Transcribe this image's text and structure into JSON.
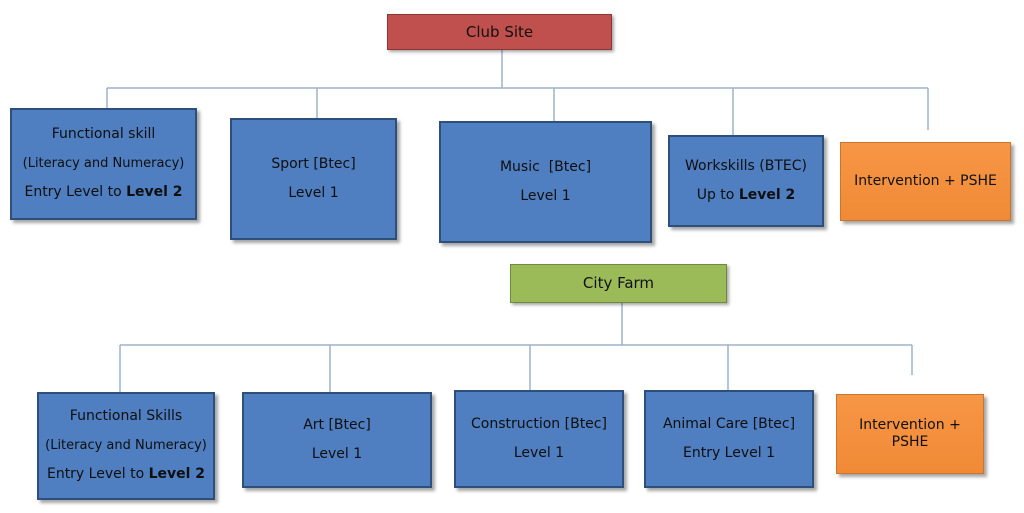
{
  "club_site": {
    "header": "Club Site",
    "boxes": [
      {
        "line1": "Functional skill",
        "line2": "(Literacy and Numeracy)",
        "line3_prefix": "Entry Level to ",
        "line3_bold": "Level 2"
      },
      {
        "line1": "Sport [Btec]",
        "line2": "Level 1"
      },
      {
        "line1": "Music  [Btec]",
        "line2": "Level 1"
      },
      {
        "line1": "Workskills (BTEC)",
        "line2_prefix": "Up to ",
        "line2_bold": "Level 2"
      },
      {
        "line1": "Intervention + PSHE"
      }
    ]
  },
  "city_farm": {
    "header": "City Farm",
    "boxes": [
      {
        "line1": "Functional Skills",
        "line2": "(Literacy and Numeracy)",
        "line3_prefix": "Entry Level to ",
        "line3_bold": "Level 2"
      },
      {
        "line1": "Art [Btec]",
        "line2": "Level 1"
      },
      {
        "line1": "Construction [Btec]",
        "line2": "Level 1"
      },
      {
        "line1": "Animal Care [Btec]",
        "line2": "Entry Level 1"
      },
      {
        "line1": "Intervention +",
        "line2": "PSHE"
      }
    ]
  },
  "colors": {
    "header_red": "#c0504d",
    "header_green": "#9bbb59",
    "box_blue": "#4f7fc0",
    "box_orange": "#f79646",
    "connector": "#9db3c8"
  }
}
